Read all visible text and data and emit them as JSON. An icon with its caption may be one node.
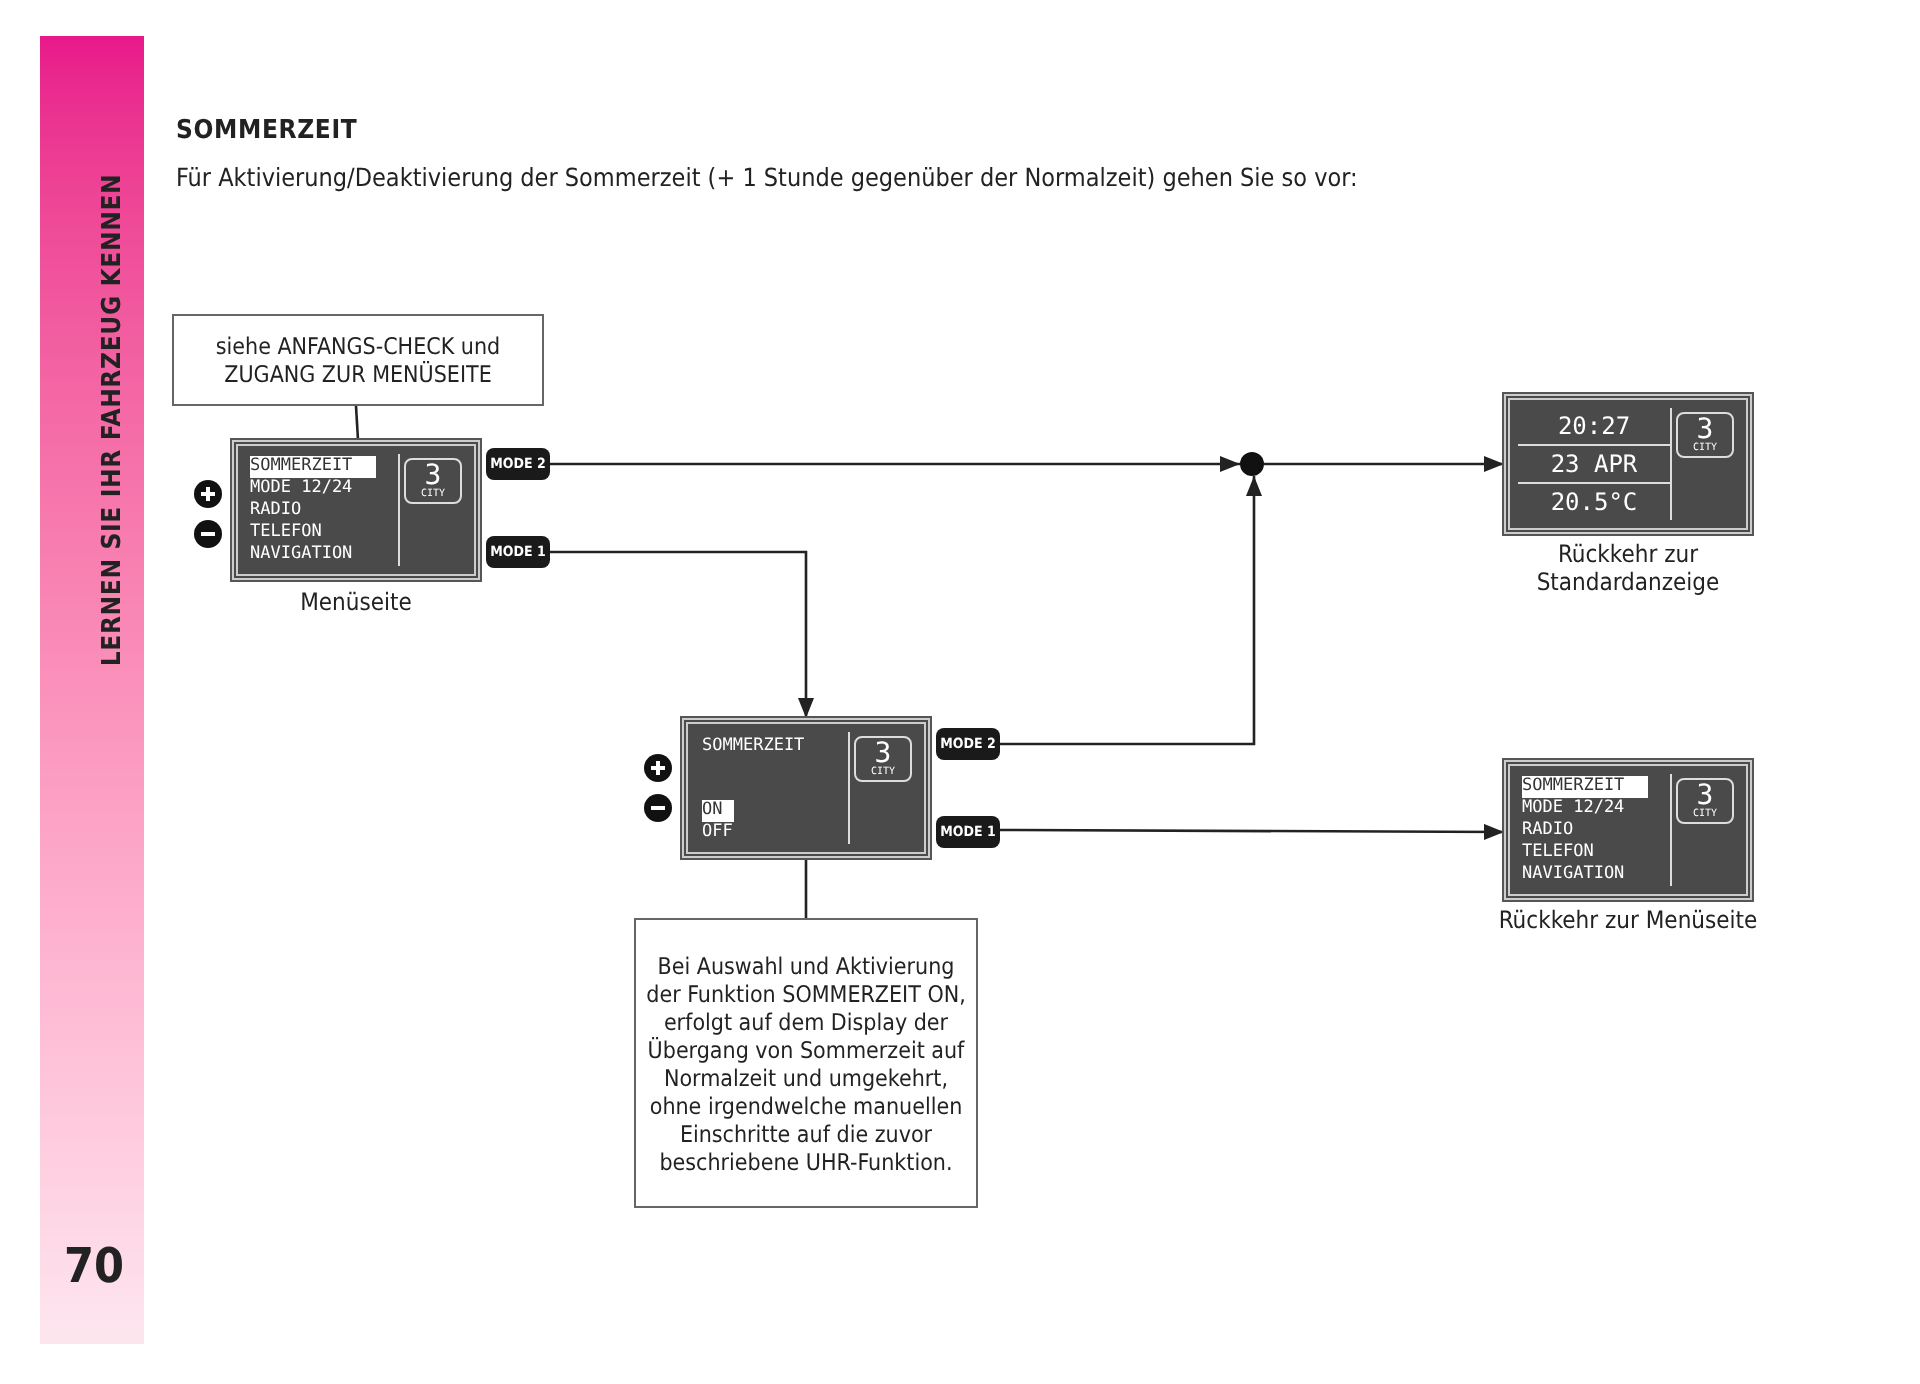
{
  "diagram": {
    "title": "SOMMERZEIT",
    "nodes": [
      {
        "text": [
          "siehe ANFANGS-CHECK und ZUGANG ZUR MENÜSEITE"
        ]
      },
      {
        "text": [
          "SOMMERZEIT",
          "MODE 12/24",
          "RADIO",
          "TELEFON",
          "NAVIGATION",
          "3",
          "CITY"
        ],
        "beside": [
          "Menüseite"
        ]
      },
      {
        "text": [
          "MODE 2"
        ]
      },
      {
        "text": [
          "MODE 1"
        ]
      },
      {
        "text": [],
        "shape": "circle"
      },
      {
        "text": [
          "20:27",
          "23 APR",
          "20.5°C",
          "3",
          "CITY"
        ],
        "beside": [
          "Rückkehr zur Standardanzeige"
        ]
      },
      {
        "text": [
          "SOMMERZEIT",
          "ON",
          "OFF",
          "3",
          "CITY"
        ]
      },
      {
        "text": [
          "MODE 2"
        ]
      },
      {
        "text": [
          "MODE 1"
        ]
      },
      {
        "text": [
          "SOMMERZEIT",
          "MODE 12/24",
          "RADIO",
          "TELEFON",
          "NAVIGATION",
          "3",
          "CITY"
        ],
        "beside": [
          "Rückkehr zur Menüseite"
        ]
      },
      {
        "text": [
          "Bei Auswahl und Aktivierung der Funktion SOMMERZEIT ON, erfolgt auf dem Display der Übergang von Sommerzeit auf Normalzeit und umgekehrt, ohne irgendwelche manuellen Einschritte auf die zuvor beschriebene UHR-Funktion."
        ]
      }
    ],
    "edges": [
      {
        "from": 0,
        "to": 1,
        "arrow": "none"
      },
      {
        "from": 2,
        "to": 4,
        "arrow": "to"
      },
      {
        "from": 4,
        "to": 5,
        "arrow": "to"
      },
      {
        "from": 3,
        "to": 6,
        "arrow": "to"
      },
      {
        "from": 7,
        "to": 4,
        "arrow": "to"
      },
      {
        "from": 8,
        "to": 9,
        "arrow": "to"
      },
      {
        "from": 6,
        "to": 10,
        "arrow": "none"
      }
    ],
    "labels": [
      "LERNEN SIE IHR FAHRZEUG KENNEN",
      "Für Aktivierung/Deaktivierung der Sommerzeit (+ 1 Stunde gegenüber der Normalzeit) gehen Sie so vor:",
      "70"
    ]
  }
}
